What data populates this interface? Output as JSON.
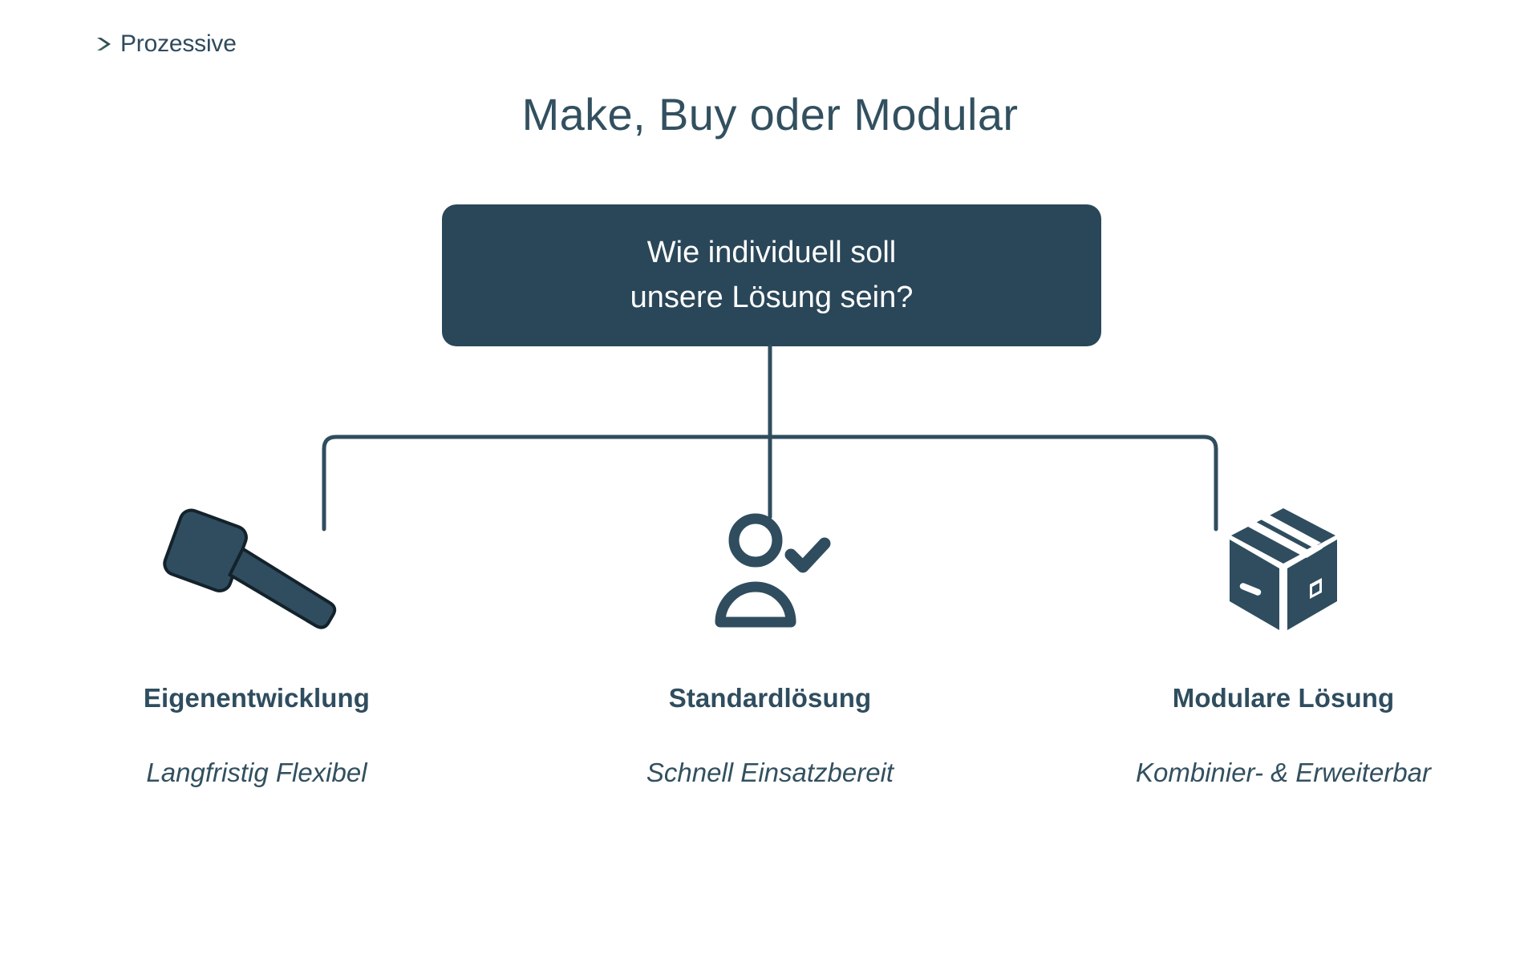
{
  "brand": {
    "name": "Prozessive",
    "mark_icon": "chevron-right-icon",
    "gradient_from": "#4a7a63",
    "gradient_to": "#233747"
  },
  "title": "Make, Buy oder Modular",
  "colors": {
    "accent_dark": "#2a4759",
    "text_dark": "#32505f",
    "background": "#ffffff",
    "connector": "#2f4d5f"
  },
  "root_node": {
    "line1": "Wie individuell soll",
    "line2": "unsere Lösung sein?"
  },
  "branches": [
    {
      "icon": "hammer-icon",
      "title": "Eigenentwicklung",
      "subtitle": "Langfristig Flexibel"
    },
    {
      "icon": "person-check-icon",
      "title": "Standardlösung",
      "subtitle": "Schnell Einsatzbereit"
    },
    {
      "icon": "package-box-icon",
      "title": "Modulare Lösung",
      "subtitle": "Kombinier- & Erweiterbar"
    }
  ]
}
